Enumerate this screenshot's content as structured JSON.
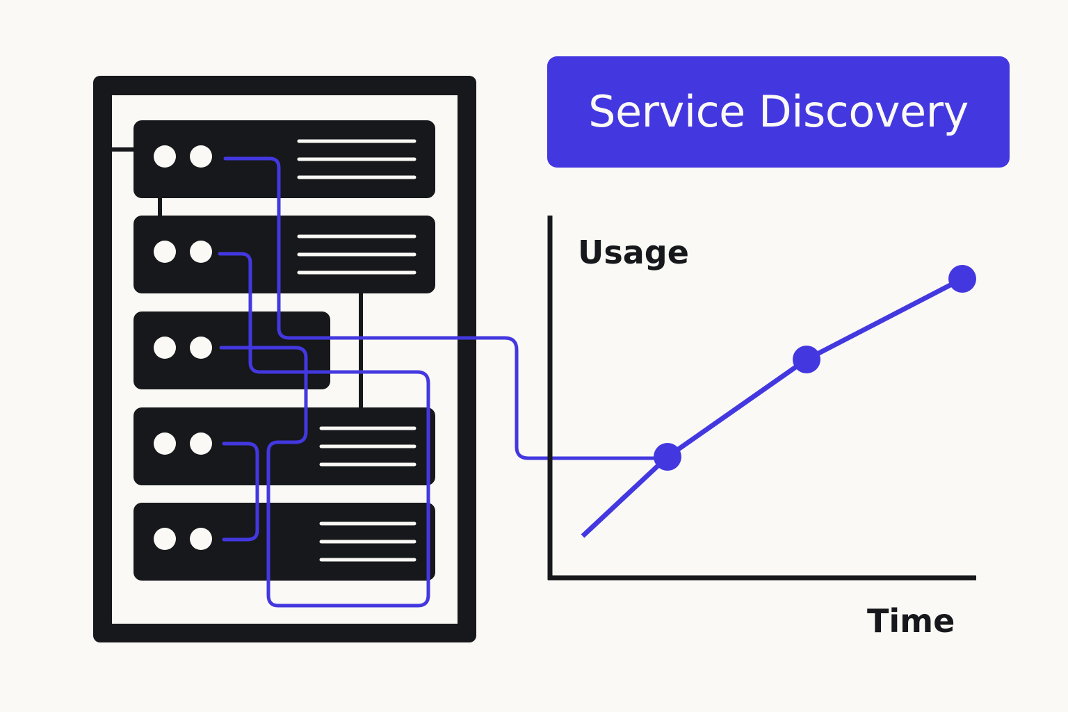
{
  "title": "Service Discovery",
  "colors": {
    "background": "#faf9f5",
    "accent": "#4338e0",
    "dark": "#16181b",
    "light": "#faf9f5"
  },
  "server_rack": {
    "server_count": 5,
    "servers": [
      {
        "status_lights": 2,
        "text_lines": 3
      },
      {
        "status_lights": 2,
        "text_lines": 3
      },
      {
        "status_lights": 2,
        "text_lines": 0
      },
      {
        "status_lights": 2,
        "text_lines": 3
      },
      {
        "status_lights": 2,
        "text_lines": 3
      }
    ]
  },
  "icons": [
    "server-rack-icon",
    "server-unit-icon",
    "status-light-icon",
    "text-lines-icon"
  ],
  "chart_data": {
    "type": "line",
    "xlabel": "Time",
    "ylabel": "Usage",
    "series": [
      {
        "x": [
          0,
          1,
          2,
          3
        ],
        "y": [
          0,
          1,
          2,
          3
        ],
        "markers": [
          false,
          true,
          true,
          true
        ]
      }
    ],
    "grid": false,
    "tick_labels": false
  }
}
